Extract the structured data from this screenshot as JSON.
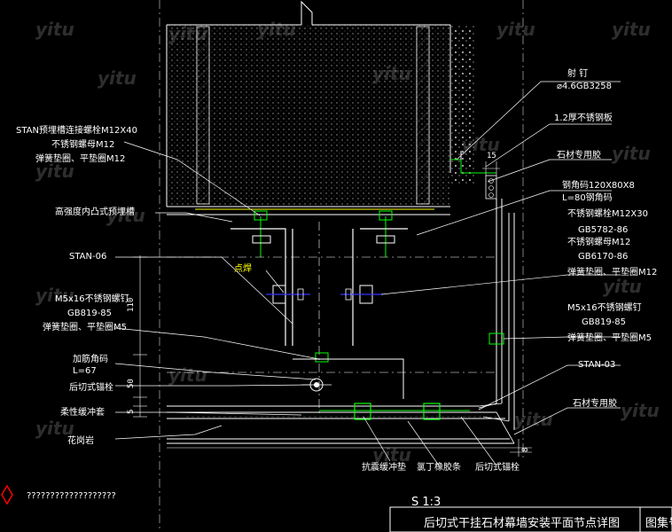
{
  "labels": {
    "nail_top": "射      钉",
    "nail_spec": "⌀4.6GB3258",
    "steel_plate": "1.2厚不锈钢板",
    "stone_glue_top": "石材专用胶",
    "angle_code": "钢角码120X80X8",
    "angle_len": "L=80钢角码",
    "bolt_m12x30": "不锈钢螺栓M12X30",
    "gb5782": "GB5782-86",
    "nut_m12_right": "不锈钢螺母M12",
    "gb6170": "GB6170-86",
    "washer_m12_right": "弹簧垫圈、平垫圈M12",
    "screw_m5_right": "M5x16不锈钢螺钉",
    "gb819_right": "GB819-85",
    "washer_m5_right": "弹簧垫圈、平垫圈M5",
    "stan03": "STAN-03",
    "stone_glue_bottom": "石材专用胶",
    "stan_bolt": "STAN预埋槽连接螺栓M12X40",
    "nut_m12_left": "不锈钢螺母M12",
    "washer_m12_left": "弹簧垫圈、平垫圈M12",
    "embed_channel": "高强度内凸式预埋槽",
    "stan06": "STAN-06",
    "weld_point": "点焊",
    "screw_m5_left": "M5x16不锈钢螺钉",
    "gb819_left": "GB819-85",
    "washer_m5_left": "弹簧垫圈、平垫圈M5",
    "rib_angle": "加筋角码",
    "rib_len": "L=67",
    "back_anchor": "后切式锚栓",
    "flex_pad": "柔性缓冲套",
    "granite": "花岗岩",
    "shock_pad": "抗震缓冲垫",
    "neoprene": "氯丁橡胶条",
    "back_anchor_bottom": "后切式锚栓",
    "scale": "S 1:3",
    "drawing_title": "后切式干挂石材幕墙安装平面节点详图",
    "atlas_no": "图集号",
    "garbled": "???????????????????"
  },
  "dims": {
    "d15": "15",
    "d110": "110",
    "d50": "50",
    "d5": "5",
    "d8": "8"
  },
  "watermark": "yitu",
  "colors": {
    "background": "#000000",
    "line_white": "#ffffff",
    "line_yellow": "#ffff00",
    "line_green": "#00ff00",
    "line_blue": "#3333ff",
    "leader": "#00ffff",
    "warning": "#ff0000"
  }
}
